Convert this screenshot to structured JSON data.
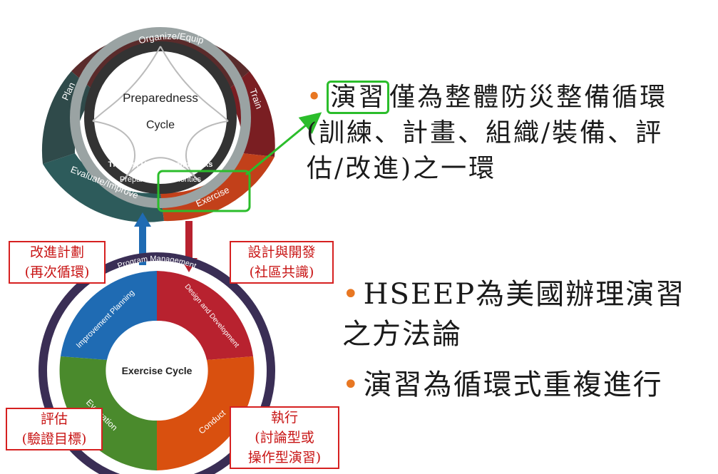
{
  "preparedness": {
    "center_line1": "Preparedness",
    "center_line2": "Cycle",
    "segments": [
      "Organize/Equip",
      "Train",
      "Exercise",
      "Evaluate/Improve",
      "Plan"
    ],
    "inner_text1": "Threats, Hazards, and Risks",
    "inner_text2": "Preparedness Priorities",
    "colors": {
      "organize": "#5a2b2b",
      "train": "#7a1e22",
      "exercise": "#c2401a",
      "evaluate": "#2d5b5b",
      "plan": "#2f4a4a"
    }
  },
  "exercise_cycle": {
    "center": "Exercise Cycle",
    "outer_label": "Program Management",
    "segments": [
      "Improvement Planning",
      "Design and Development",
      "Conduct",
      "Evaluation"
    ],
    "colors": {
      "improvement": "#1f6bb3",
      "design": "#b8222f",
      "conduct": "#d9500f",
      "evaluation": "#4a8a2c"
    }
  },
  "labels": {
    "improve_plan": [
      "改進計劃",
      "(再次循環)"
    ],
    "design_dev": [
      "設計與開發",
      "(社區共識)"
    ],
    "evaluate": [
      "評估",
      "(驗證目標)"
    ],
    "conduct": [
      "執行",
      "(討論型或",
      "操作型演習)"
    ]
  },
  "bullets": {
    "first_highlight": "演習",
    "first_rest": "僅為整體防災整備循環(訓練、計畫、組織/裝備、評估/改進)之一環",
    "second": "HSEEP為美國辦理演習之方法論",
    "third": "演習為循環式重複進行"
  }
}
